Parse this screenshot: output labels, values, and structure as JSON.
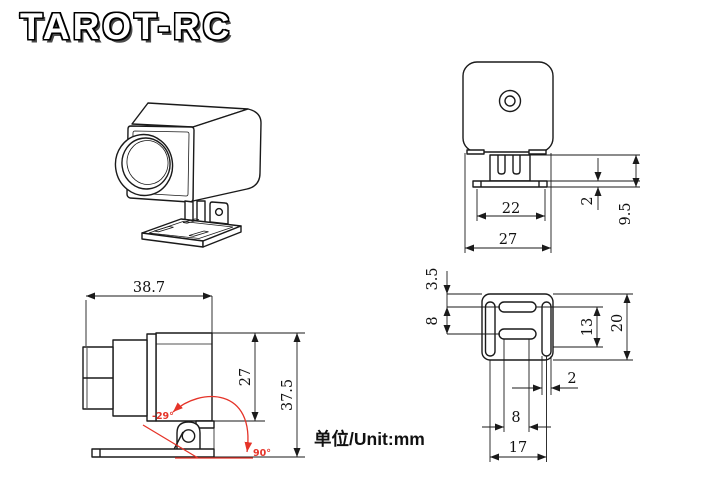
{
  "brand": {
    "logo_text": "TAROT-RC"
  },
  "note": {
    "unit_label": "单位/Unit:mm"
  },
  "colors": {
    "line": "#1a1a1a",
    "red": "#e53328",
    "background": "#ffffff"
  },
  "views": {
    "back_view": {
      "dims": {
        "mount_plate_width": "22",
        "body_width": "27",
        "plate_thickness": "2",
        "mount_height": "9.5"
      }
    },
    "side_view": {
      "dims": {
        "total_length": "38.7",
        "body_height": "27",
        "total_height": "37.5"
      },
      "angles": {
        "tilt_up": "-29°",
        "tilt_down": "90°"
      }
    },
    "base_plate_view": {
      "dims": {
        "edge_to_slot": "3.5",
        "slot_row_spacing": "8",
        "side_slot_height": "13",
        "plate_depth": "20",
        "slot_width": "2",
        "center_slot_length": "8",
        "side_slot_spacing": "17"
      }
    }
  }
}
